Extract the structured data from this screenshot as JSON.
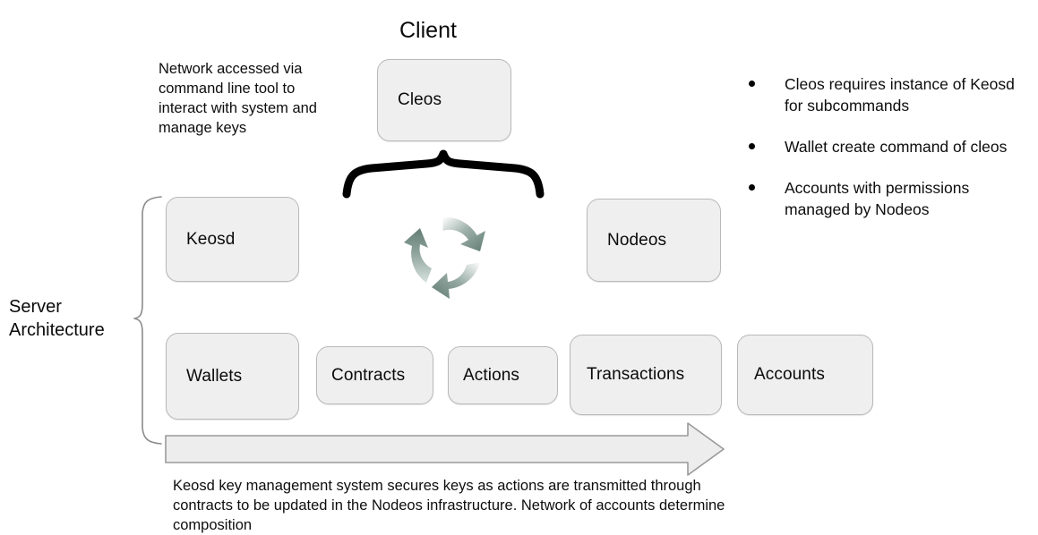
{
  "diagram": {
    "title": "Client",
    "side_label_line1": "Server",
    "side_label_line2": "Architecture",
    "note_left": "Network accessed via command line tool to interact with system and manage keys",
    "caption_bottom": "Keosd key management system secures keys as actions are transmitted through contracts to be updated in the Nodeos infrastructure.  Network of accounts determine composition",
    "colors": {
      "box_fill": "#efefef",
      "box_border": "#b9b9b9",
      "brace_dark": "#000000",
      "bracket_gray": "#8a8a8a",
      "arrow_fill": "#ededed",
      "arrow_border": "#9a9a9a",
      "recycle_green": "#7e968e",
      "text": "#0d0d0d"
    },
    "nodes": {
      "cleos": "Cleos",
      "keosd": "Keosd",
      "nodeos": "Nodeos",
      "wallets": "Wallets",
      "contracts": "Contracts",
      "actions": "Actions",
      "transactions": "Transactions",
      "accounts": "Accounts"
    },
    "bullets": [
      "Cleos requires instance of Keosd for subcommands",
      "Wallet create command of cleos",
      "Accounts with permissions managed by Nodeos"
    ],
    "icons": {
      "recycle": "recycle-icon",
      "flow_arrow": "right-arrow",
      "client_brace": "curly-brace-down",
      "server_bracket": "curly-brace-left"
    }
  }
}
